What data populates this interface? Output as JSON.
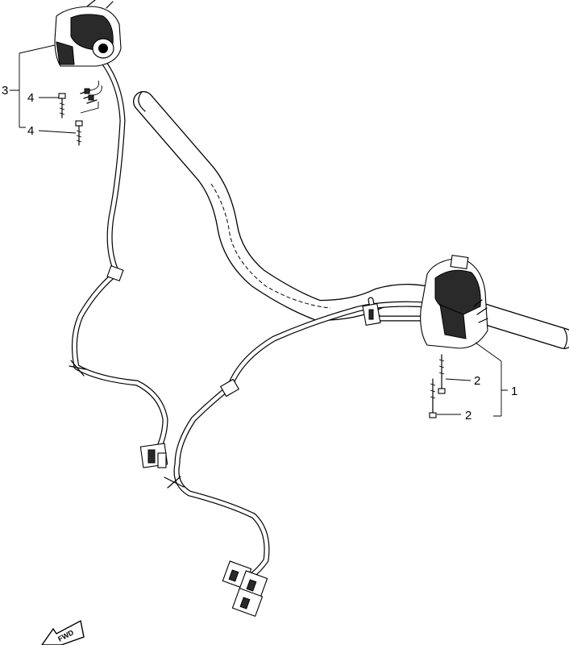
{
  "callouts": {
    "part_1": "1",
    "part_2_upper": "2",
    "part_2_lower": "2",
    "part_3": "3",
    "part_4_upper": "4",
    "part_4_lower": "4"
  },
  "fwd_label": "FWD",
  "colors": {
    "line": "#000000",
    "fill_dark": "#2a2a2a",
    "background": "#ffffff"
  }
}
